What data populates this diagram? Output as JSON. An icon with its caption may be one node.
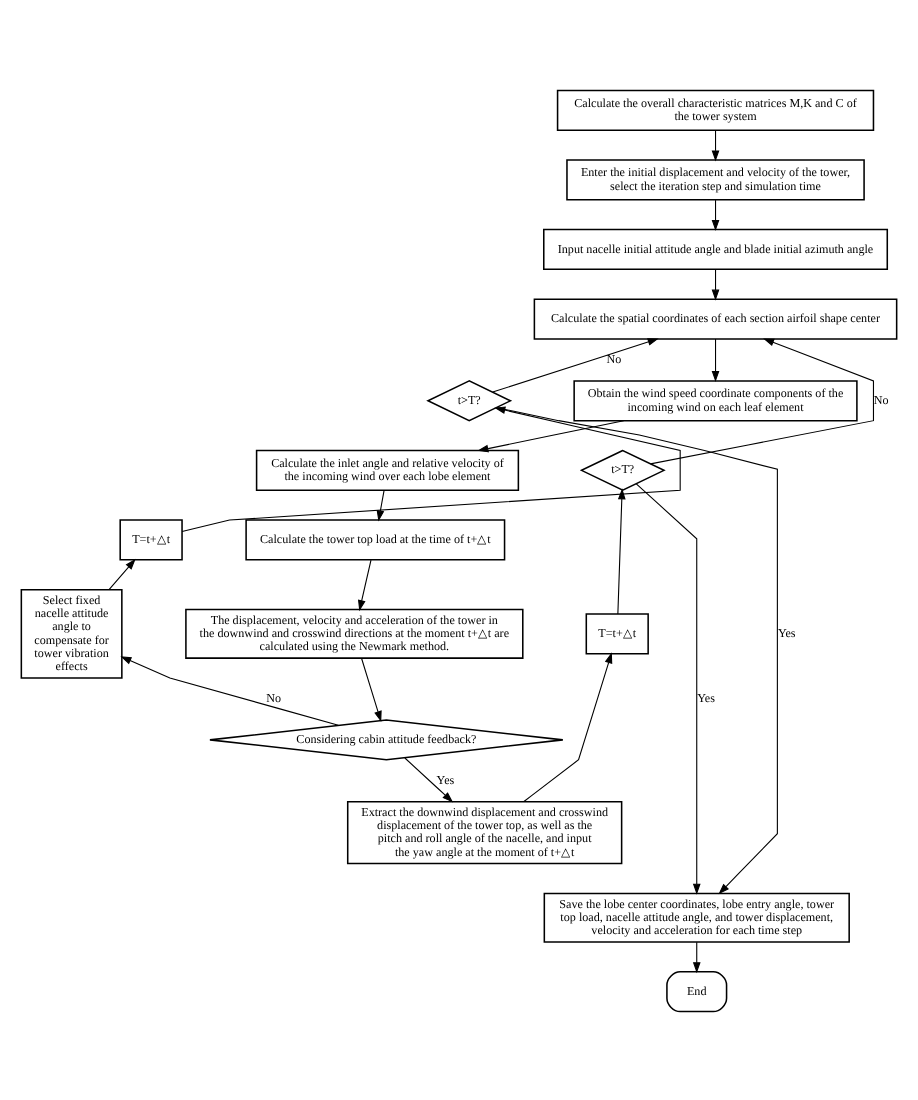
{
  "diagram": {
    "nodes": [
      {
        "text": [
          "Calculate the overall characteristic matrices M,K and C of the tower system"
        ]
      },
      {
        "text": [
          "Enter the initial displacement and velocity of the tower, select the iteration step and simulation time"
        ]
      },
      {
        "text": [
          "Input nacelle initial attitude angle and blade initial azimuth angle"
        ]
      },
      {
        "text": [
          "Calculate the spatial coordinates of each section airfoil shape center"
        ]
      },
      {
        "text": [
          "Obtain the wind speed coordinate components of the incoming wind on each leaf element"
        ]
      },
      {
        "text": [
          "Calculate the inlet angle and relative velocity of the incoming wind over each lobe element"
        ]
      },
      {
        "text": [
          "Calculate the tower top load at the time of t+△t"
        ]
      },
      {
        "text": [
          "The displacement, velocity and acceleration of the tower in the downwind and crosswind directions at the moment t+△t are calculated using the Newmark method."
        ]
      },
      {
        "text": [
          "Considering cabin attitude feedback?"
        ]
      },
      {
        "text": [
          "Extract the downwind displacement and crosswind displacement of the tower top, as well as the pitch and roll angle of the nacelle, and input the yaw angle at the moment of t+△t"
        ]
      },
      {
        "text": [
          "T=t+△t"
        ]
      },
      {
        "text": [
          "t>T?"
        ]
      },
      {
        "text": [
          "Select fixed nacelle attitude angle to compensate for tower vibration effects"
        ]
      },
      {
        "text": [
          "T=t+△t"
        ]
      },
      {
        "text": [
          "t>T?"
        ]
      },
      {
        "text": [
          "Save the lobe center coordinates, lobe entry angle, tower top load, nacelle attitude angle, and tower displacement, velocity and acceleration for each time step"
        ]
      },
      {
        "text": [
          "End"
        ]
      }
    ],
    "edges": [
      {
        "from": 0,
        "to": 1,
        "arrow": "to"
      },
      {
        "from": 1,
        "to": 2,
        "arrow": "to"
      },
      {
        "from": 2,
        "to": 3,
        "arrow": "to"
      },
      {
        "from": 3,
        "to": 4,
        "arrow": "to"
      },
      {
        "from": 4,
        "to": 5,
        "arrow": "to"
      },
      {
        "from": 5,
        "to": 6,
        "arrow": "to"
      },
      {
        "from": 6,
        "to": 7,
        "arrow": "to"
      },
      {
        "from": 7,
        "to": 8,
        "arrow": "to"
      },
      {
        "from": 8,
        "to": 9,
        "arrow": "to",
        "label": "Yes"
      },
      {
        "from": 9,
        "to": 10,
        "arrow": "to"
      },
      {
        "from": 10,
        "to": 11,
        "arrow": "to"
      },
      {
        "from": 8,
        "to": 12,
        "arrow": "to",
        "label": "No"
      },
      {
        "from": 11,
        "to": 15,
        "arrow": "to",
        "label": "Yes"
      },
      {
        "from": 11,
        "to": 3,
        "arrow": "to",
        "label": "No"
      },
      {
        "from": 12,
        "to": 13,
        "arrow": "to"
      },
      {
        "from": 13,
        "to": 14,
        "arrow": "to"
      },
      {
        "from": 14,
        "to": 3,
        "arrow": "to",
        "label": "No"
      },
      {
        "from": 14,
        "to": 15,
        "arrow": "to",
        "label": "Yes"
      },
      {
        "from": 15,
        "to": 16,
        "arrow": "to"
      }
    ]
  }
}
